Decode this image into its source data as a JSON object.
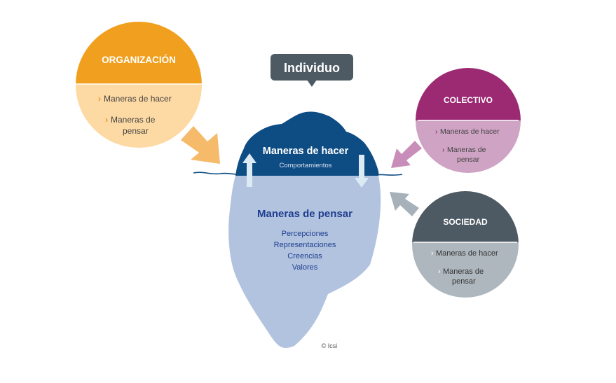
{
  "callout": {
    "label": "Individuo"
  },
  "iceberg": {
    "above": {
      "title": "Maneras de hacer",
      "subtitle": "Comportamientos"
    },
    "below": {
      "title": "Maneras de pensar",
      "items": [
        "Percepciones",
        "Representaciones",
        "Creencias",
        "Valores"
      ]
    },
    "copyright": "© Icsi"
  },
  "circles": {
    "organizacion": {
      "title": "ORGANIZACIÓN",
      "item1": "Maneras de hacer",
      "item2_line1": "Maneras de",
      "item2_line2": "pensar",
      "bullet": "›"
    },
    "colectivo": {
      "title": "COLECTIVO",
      "item1": "Maneras de hacer",
      "item2_line1": "Maneras de",
      "item2_line2": "pensar",
      "bullet": "›"
    },
    "sociedad": {
      "title": "SOCIEDAD",
      "item1": "Maneras de hacer",
      "item2_line1": "Maneras de",
      "item2_line2": "pensar",
      "bullet": "›"
    }
  },
  "colors": {
    "organizacion_top": "#F0A01E",
    "organizacion_bottom": "#FDD9A3",
    "colectivo_top": "#9B2A73",
    "colectivo_bottom": "#CFA3C3",
    "sociedad_top": "#4E5A63",
    "sociedad_bottom": "#AEB7BE",
    "iceberg_top": "#0E4C84",
    "iceberg_bottom": "#B2C3DF",
    "callout": "#4E5A63",
    "water": "#0E4C84"
  }
}
